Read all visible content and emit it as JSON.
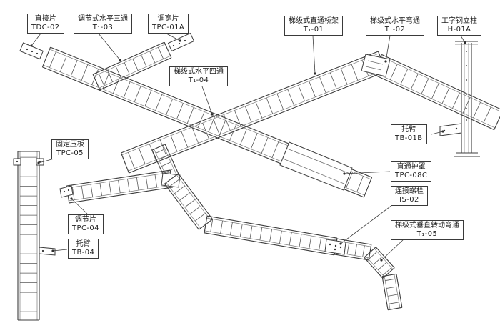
{
  "diagram": {
    "labels": {
      "connector_piece": {
        "name": "直接片",
        "code": "TDC-02"
      },
      "adjustable_horizontal_tee": {
        "name": "调节式水平三通",
        "code": "T₁-03"
      },
      "width_adjust_piece": {
        "name": "调宽片",
        "code": "TPC-01A"
      },
      "ladder_straight_bridge": {
        "name": "梯级式直通桥架",
        "code": "T₁-01"
      },
      "ladder_horizontal_bend": {
        "name": "梯级式水平弯通",
        "code": "T₁-02"
      },
      "i_beam_column": {
        "name": "工字钢立柱",
        "code": "H-01A"
      },
      "ladder_horizontal_cross": {
        "name": "梯级式水平四通",
        "code": "T₁-04"
      },
      "bracket_arm_tb01b": {
        "name": "托臂",
        "code": "TB-01B"
      },
      "straight_cover": {
        "name": "直通护罩",
        "code": "TPC-08C"
      },
      "connecting_bolt": {
        "name": "连接螺栓",
        "code": "IS-02"
      },
      "vertical_rotating_bend": {
        "name": "梯级式垂直转动弯通",
        "code": "T₁-05"
      },
      "fixing_clamp_plate": {
        "name": "固定压板",
        "code": "TPC-05"
      },
      "adjust_piece": {
        "name": "调节片",
        "code": "TPC-04"
      },
      "bracket_arm_tb04": {
        "name": "托臂",
        "code": "TB-04"
      }
    }
  }
}
